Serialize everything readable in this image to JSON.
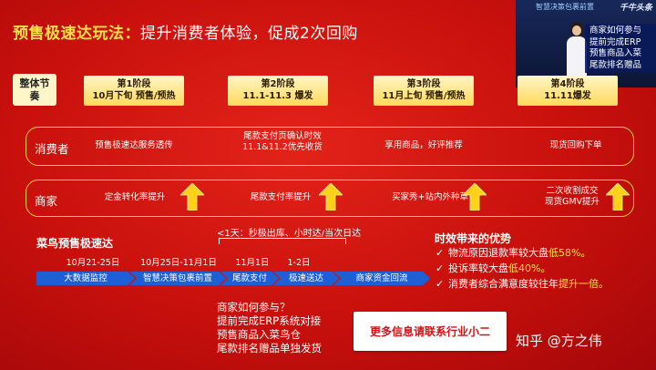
{
  "title": {
    "highlight": "预售极速达玩法：",
    "rest": "提升消费者体验，促成2次回购"
  },
  "video": {
    "banner": "智慧决策包裹前置",
    "logo": "千牛头条",
    "overlay_lines": [
      "商家如何参与",
      "提前完成ERP",
      "预售商品入菜",
      "尾款排名赠品"
    ]
  },
  "stages": {
    "label": "整体节奏",
    "items": [
      {
        "name": "第1阶段",
        "desc": "10月下旬 预售/预热"
      },
      {
        "name": "第2阶段",
        "desc": "11.1-11.3 爆发"
      },
      {
        "name": "第3阶段",
        "desc": "11月上旬 预售/预热"
      },
      {
        "name": "第4阶段",
        "desc": "11.11爆发"
      }
    ]
  },
  "lanes": {
    "consumer": {
      "label": "消费者",
      "cells": [
        "预售极速达服务透传",
        "尾款支付页确认时效\n11.1&11.2优先收货",
        "享用商品，好评推荐",
        "现货回购下单"
      ]
    },
    "merchant": {
      "label": "商家",
      "cells": [
        "定金转化率提升",
        "尾款支付率提升",
        "买家秀+站内外种草",
        "二次收割成交\n现货GMV提升"
      ]
    }
  },
  "timeline": {
    "title": "菜鸟预售极速达",
    "note": "<1天：秒极出库、小时达/当次日达",
    "dates": [
      "10月21-25日",
      "10月25日-11月1日",
      "11月1日",
      "1-2日"
    ],
    "steps": [
      "大数据监控",
      "智慧决策包裹前置",
      "尾款支付",
      "极速送达",
      "商家资金回流"
    ]
  },
  "benefits": {
    "title": "时效带来的优势",
    "items": [
      {
        "text": "物流原因退款率较大盘",
        "highlight": "低58%。"
      },
      {
        "text": "投诉率较大盘",
        "highlight": "低40%。"
      },
      {
        "text": "消费者综合满意度较往年",
        "highlight": "提升一倍。"
      }
    ],
    "check": "✓"
  },
  "how_to": {
    "heading": "商家如何参与？",
    "lines": [
      "提前完成ERP系统对接",
      "预售商品入菜鸟仓",
      "尾款排名赠品单独发货"
    ]
  },
  "cta": {
    "label": "更多信息请联系行业小二"
  },
  "watermark": "知乎 @方之伟",
  "colors": {
    "background": "#d11714",
    "accent": "#ffe14a",
    "stage_fill": "#ffd95a",
    "lane_border": "#ffce3a",
    "timeline_blue": "#1f5fd6"
  }
}
